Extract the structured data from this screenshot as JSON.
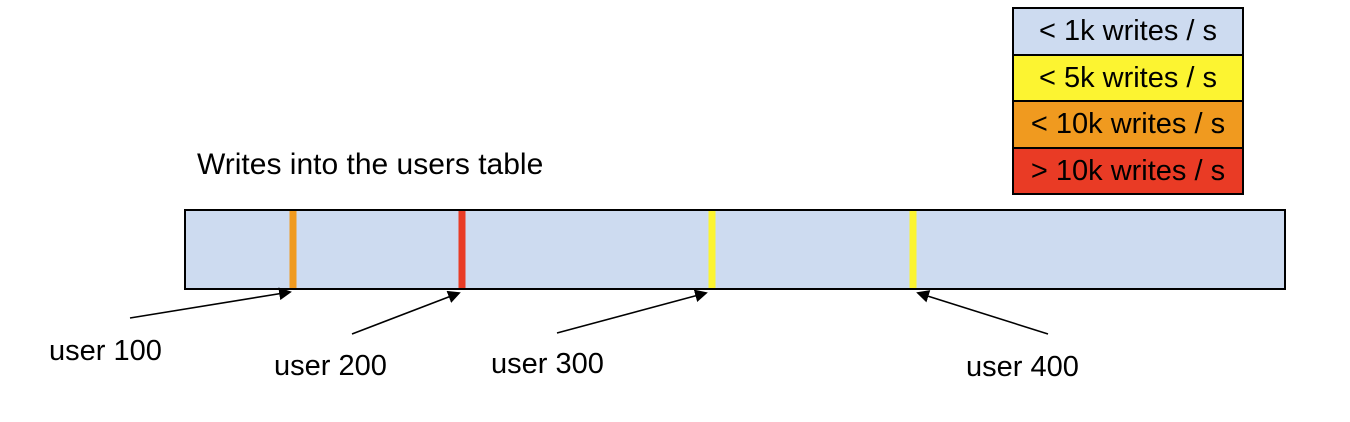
{
  "title": "Writes into the users table",
  "colors": {
    "background": "#ffffff",
    "outline": "#000000",
    "bar_fill": "#CDDBF0",
    "yellow": "#FCF431",
    "orange": "#F09A1F",
    "red": "#E93B25"
  },
  "legend": {
    "items": [
      {
        "label": "< 1k writes / s",
        "color": "#CDDBF0"
      },
      {
        "label": "< 5k writes / s",
        "color": "#FCF431"
      },
      {
        "label": "< 10k writes / s",
        "color": "#F09A1F"
      },
      {
        "label": "> 10k writes / s",
        "color": "#E93B25"
      }
    ]
  },
  "bar": {
    "fill": "#CDDBF0",
    "markers": [
      {
        "label": "user 100",
        "rate": "< 10k writes / s",
        "color": "#F09A1F",
        "x_frac": 0.0975
      },
      {
        "label": "user 200",
        "rate": "> 10k writes / s",
        "color": "#E93B25",
        "x_frac": 0.2514
      },
      {
        "label": "user 300",
        "rate": "< 5k writes / s",
        "color": "#FCF431",
        "x_frac": 0.479
      },
      {
        "label": "user 400",
        "rate": "< 5k writes / s",
        "color": "#FCF431",
        "x_frac": 0.662
      }
    ]
  }
}
